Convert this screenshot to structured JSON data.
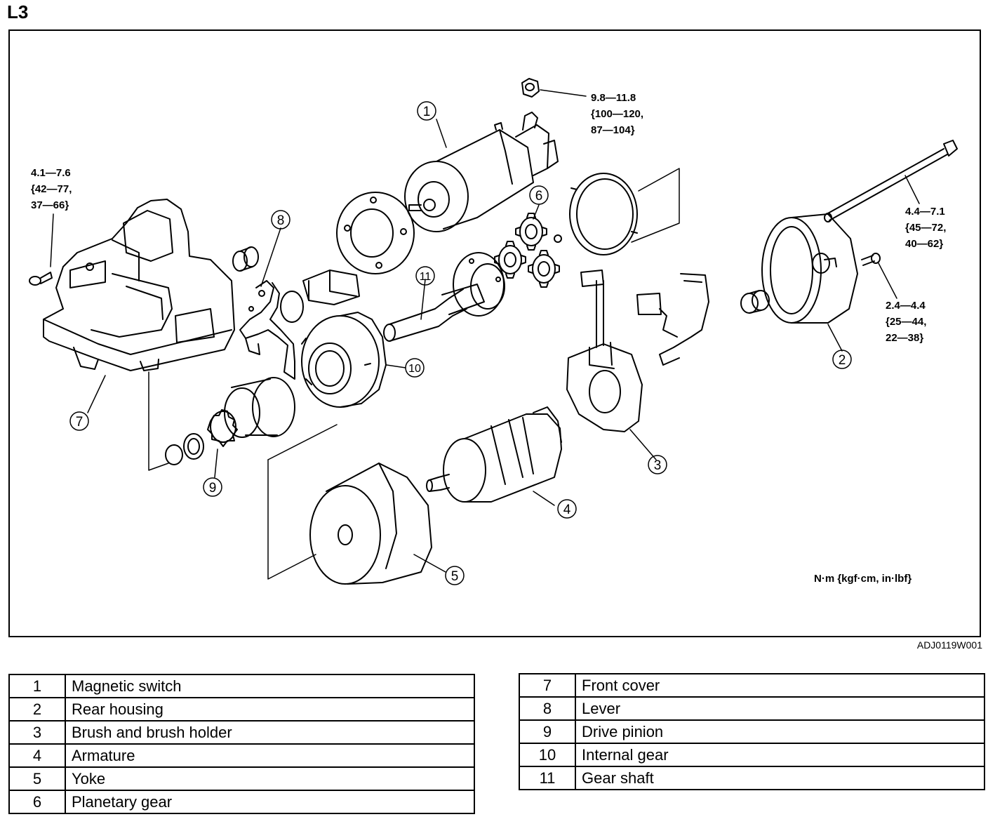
{
  "header": {
    "engine_code": "L3"
  },
  "diagram": {
    "callouts": [
      "1",
      "2",
      "3",
      "4",
      "5",
      "6",
      "7",
      "8",
      "9",
      "10",
      "11"
    ],
    "torque_specs": [
      {
        "lines": [
          "9.8—11.8",
          "{100—120,",
          "87—104}"
        ]
      },
      {
        "lines": [
          "4.1—7.6",
          "{42—77,",
          "37—66}"
        ]
      },
      {
        "lines": [
          "4.4—7.1",
          "{45—72,",
          "40—62}"
        ]
      },
      {
        "lines": [
          "2.4—4.4",
          "{25—44,",
          "22—38}"
        ]
      }
    ],
    "units_note": "N·m {kgf·cm, in·lbf}",
    "figure_code": "ADJ0119W001"
  },
  "legend": {
    "left": [
      {
        "num": "1",
        "name": "Magnetic switch"
      },
      {
        "num": "2",
        "name": "Rear housing"
      },
      {
        "num": "3",
        "name": "Brush and brush holder"
      },
      {
        "num": "4",
        "name": "Armature"
      },
      {
        "num": "5",
        "name": "Yoke"
      },
      {
        "num": "6",
        "name": "Planetary gear"
      }
    ],
    "right": [
      {
        "num": "7",
        "name": "Front cover"
      },
      {
        "num": "8",
        "name": "Lever"
      },
      {
        "num": "9",
        "name": "Drive pinion"
      },
      {
        "num": "10",
        "name": "Internal gear"
      },
      {
        "num": "11",
        "name": "Gear shaft"
      }
    ]
  }
}
